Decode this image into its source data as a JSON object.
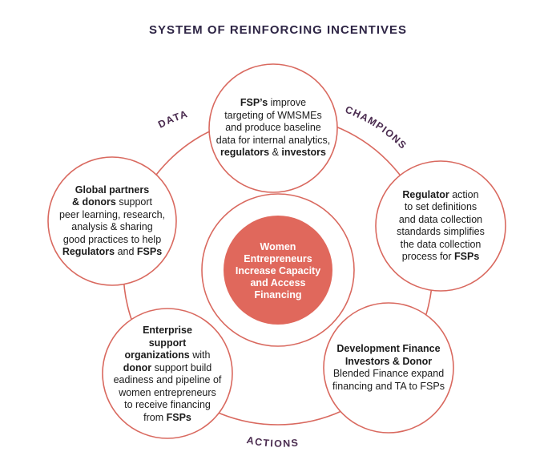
{
  "title": "SYSTEM OF REINFORCING INCENTIVES",
  "arc_labels": {
    "data": "DATA",
    "champions": "CHAMPIONS",
    "actions": "ACTIONS"
  },
  "center": {
    "lines": [
      "Women",
      "Entrepreneurs",
      "Increase Capacity",
      "and Access",
      "Financing"
    ]
  },
  "nodes": {
    "fsp": [
      [
        {
          "t": "FSP’s",
          "b": true
        },
        {
          "t": " improve",
          "b": false
        }
      ],
      [
        {
          "t": "targeting of WMSMEs",
          "b": false
        }
      ],
      [
        {
          "t": "and produce baseline",
          "b": false
        }
      ],
      [
        {
          "t": "data for internal analytics,",
          "b": false
        }
      ],
      [
        {
          "t": "regulators",
          "b": true
        },
        {
          "t": " & ",
          "b": false
        },
        {
          "t": "investors",
          "b": true
        }
      ]
    ],
    "regulator": [
      [
        {
          "t": "Regulator",
          "b": true
        },
        {
          "t": " action",
          "b": false
        }
      ],
      [
        {
          "t": "to set definitions",
          "b": false
        }
      ],
      [
        {
          "t": "and data collection",
          "b": false
        }
      ],
      [
        {
          "t": "standards simplifies",
          "b": false
        }
      ],
      [
        {
          "t": "the data collection",
          "b": false
        }
      ],
      [
        {
          "t": "process for ",
          "b": false
        },
        {
          "t": "FSPs",
          "b": true
        }
      ]
    ],
    "dev_finance": [
      [
        {
          "t": "Development Finance",
          "b": true
        }
      ],
      [
        {
          "t": "Investors & Donor",
          "b": true
        }
      ],
      [
        {
          "t": "Blended Finance expand",
          "b": false
        }
      ],
      [
        {
          "t": "financing and TA to FSPs",
          "b": false
        }
      ]
    ],
    "enterprise": [
      [
        {
          "t": "Enterprise",
          "b": true
        }
      ],
      [
        {
          "t": "support",
          "b": true
        }
      ],
      [
        {
          "t": "organizations",
          "b": true
        },
        {
          "t": " with",
          "b": false
        }
      ],
      [
        {
          "t": "donor",
          "b": true
        },
        {
          "t": " support build",
          "b": false
        }
      ],
      [
        {
          "t": "eadiness and pipeline of",
          "b": false
        }
      ],
      [
        {
          "t": "women entrepreneurs",
          "b": false
        }
      ],
      [
        {
          "t": "to receive financing",
          "b": false
        }
      ],
      [
        {
          "t": "from ",
          "b": false
        },
        {
          "t": "FSPs",
          "b": true
        }
      ]
    ],
    "global": [
      [
        {
          "t": "Global partners",
          "b": true
        }
      ],
      [
        {
          "t": "& donors",
          "b": true
        },
        {
          "t": " support",
          "b": false
        }
      ],
      [
        {
          "t": "peer learning, research,",
          "b": false
        }
      ],
      [
        {
          "t": "analysis & sharing",
          "b": false
        }
      ],
      [
        {
          "t": "good practices to help",
          "b": false
        }
      ],
      [
        {
          "t": "Regulators",
          "b": true
        },
        {
          "t": " and ",
          "b": false
        },
        {
          "t": "FSPs",
          "b": true
        }
      ]
    ]
  },
  "colors": {
    "ring": "#d9695f",
    "center_fill": "#e0685c",
    "label": "#4a2b4f",
    "title": "#2e2545"
  }
}
